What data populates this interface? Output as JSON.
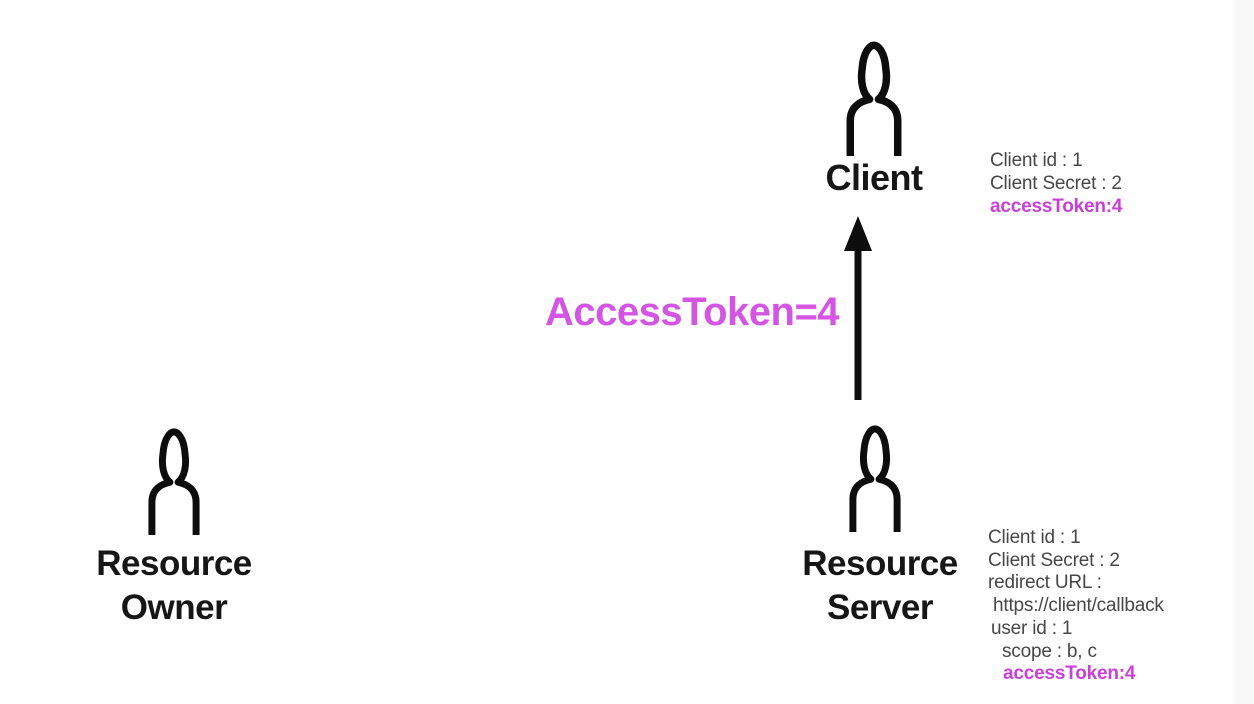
{
  "canvas": {
    "background": "#ffffff",
    "edge_strip_color": "#f8f8f9"
  },
  "colors": {
    "icon_stroke": "#0d0d0d",
    "actor_label": "#161616",
    "info_text_gray": "#474747",
    "arrow_label_magenta": "#d455e4",
    "token_magenta": "#c93fd8"
  },
  "actors": {
    "client": {
      "label": "Client"
    },
    "resource_owner": {
      "label_line1": "Resource",
      "label_line2": "Owner"
    },
    "resource_server": {
      "label_line1": "Resource",
      "label_line2": "Server"
    }
  },
  "flow": {
    "arrow_label": "AccessToken=4",
    "arrow_direction": "resource-server-to-client"
  },
  "client_info": {
    "lines": [
      "Client id : 1",
      "Client Secret : 2",
      "accessToken:4"
    ]
  },
  "server_info": {
    "lines": [
      "Client id : 1",
      "Client Secret : 2",
      "redirect URL :",
      "https://client/callback",
      "user id : 1",
      "scope : b, c",
      "accessToken:4"
    ]
  }
}
